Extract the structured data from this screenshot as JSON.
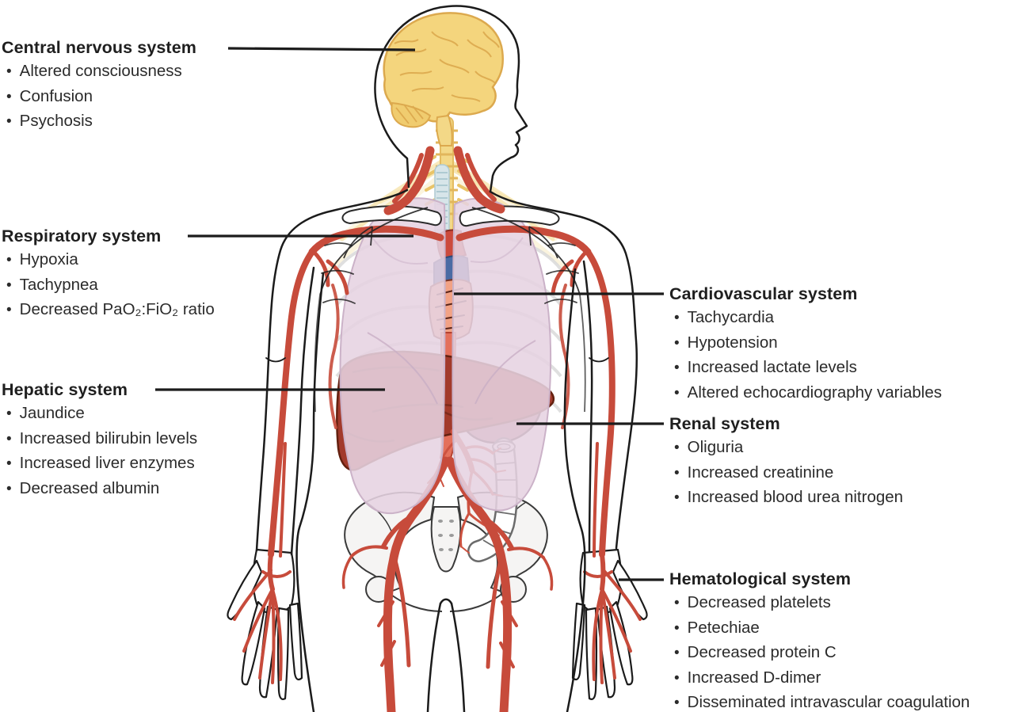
{
  "figure": {
    "description": "Anatomical diagram of a human body with organ systems labeled, listing clinical effects per system",
    "systems": [
      {
        "id": "cns",
        "label": "Central nervous system",
        "items": [
          "Altered consciousness",
          "Confusion",
          "Psychosis"
        ]
      },
      {
        "id": "respiratory",
        "label": "Respiratory system",
        "items": [
          "Hypoxia",
          "Tachypnea",
          "Decreased PaO₂:FiO₂ ratio"
        ]
      },
      {
        "id": "hepatic",
        "label": "Hepatic system",
        "items": [
          "Jaundice",
          "Increased bilirubin levels",
          "Increased liver enzymes",
          "Decreased albumin"
        ]
      },
      {
        "id": "cardiovascular",
        "label": "Cardiovascular system",
        "items": [
          "Tachycardia",
          "Hypotension",
          "Increased lactate levels",
          "Altered echocardiography variables"
        ]
      },
      {
        "id": "renal",
        "label": "Renal system",
        "items": [
          "Oliguria",
          "Increased creatinine",
          "Increased blood urea nitrogen"
        ]
      },
      {
        "id": "hematological",
        "label": "Hematological system",
        "items": [
          "Decreased platelets",
          "Petechiae",
          "Decreased protein C",
          "Increased D-dimer",
          "Disseminated intravascular coagulation"
        ]
      }
    ],
    "palette": {
      "text": "#242424",
      "leader_line": "#1c1c1c",
      "brain_fill": "#F4D57D",
      "brain_outline": "#DCA94E",
      "lung_fill": "#E6D3E1",
      "artery_red": "#C74B3B",
      "aorta_salmon": "#E4705B",
      "heart_salmon": "#F2A285",
      "pulmonary_blue": "#4A6BA4",
      "liver_red": "#A23A2B",
      "spleen_mauve": "#B17C82",
      "bone_gray": "#F5F4F3",
      "trachea_blue": "#D7E5E9"
    }
  }
}
